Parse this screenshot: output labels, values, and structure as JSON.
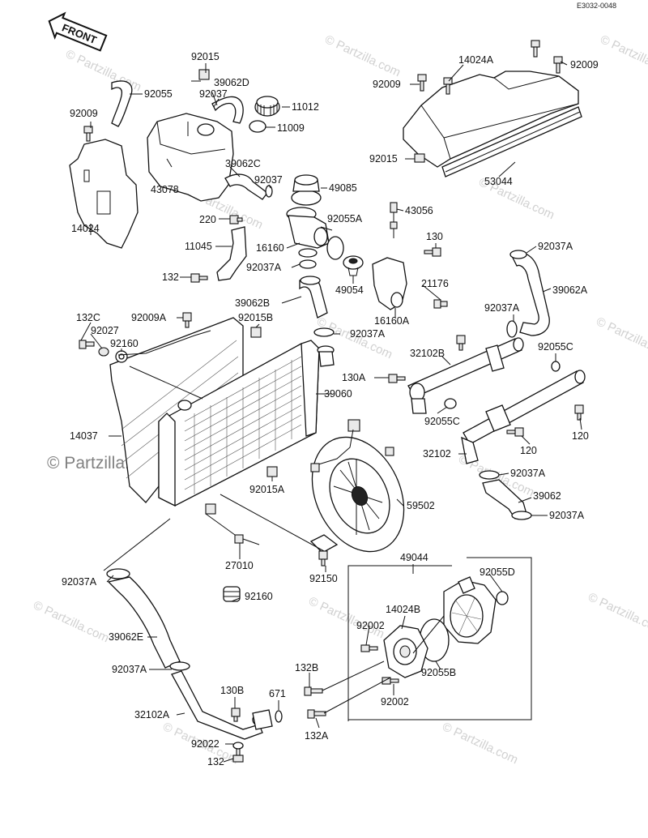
{
  "diagram": {
    "code": "E3032-0048",
    "front_label": "FRONT",
    "watermark_main": "© Partzilla.com",
    "watermark_small": "© Partzilla.com"
  },
  "labels": {
    "p92015_top": "92015",
    "p92055_top": "92055",
    "p39062D": "39062D",
    "p92037_top": "92037",
    "p11012": "11012",
    "p11009": "11009",
    "p92009_left": "92009",
    "p43078": "43078",
    "p39062C": "39062C",
    "p92037_mid": "92037",
    "p49085": "49085",
    "p14024": "14024",
    "p220": "220",
    "p92055A": "92055A",
    "p11045": "11045",
    "p16160": "16160",
    "p92037A_a": "92037A",
    "p132_a": "132",
    "p39062B": "39062B",
    "p49054": "49054",
    "p16160A": "16160A",
    "p43056": "43056",
    "p130": "130",
    "p21176": "21176",
    "p14024A": "14024A",
    "p92009_r1": "92009",
    "p92009_r2": "92009",
    "p92015_r": "92015",
    "p53044": "53044",
    "p92037A_b": "92037A",
    "p39062A": "39062A",
    "p92037A_c": "92037A",
    "p132C": "132C",
    "p92009A": "92009A",
    "p92015B": "92015B",
    "p92027": "92027",
    "p92160_a": "92160",
    "p92037A_d": "92037A",
    "p32102B": "32102B",
    "p92055C_a": "92055C",
    "p39060": "39060",
    "p130A": "130A",
    "p92055C_b": "92055C",
    "p120_a": "120",
    "p14037": "14037",
    "p32102": "32102",
    "p120_b": "120",
    "p92015A": "92015A",
    "p92037A_e": "92037A",
    "p39062": "39062",
    "p59502": "59502",
    "p92037A_f": "92037A",
    "p27010": "27010",
    "p92150": "92150",
    "p92037A_g": "92037A",
    "p92160_b": "92160",
    "p49044": "49044",
    "p92055D": "92055D",
    "p14024B": "14024B",
    "p39062E": "39062E",
    "p92002_a": "92002",
    "p92037A_h": "92037A",
    "p92055B": "92055B",
    "p132B": "132B",
    "p130B": "130B",
    "p671": "671",
    "p92002_b": "92002",
    "p32102A": "32102A",
    "p132A": "132A",
    "p92022": "92022",
    "p132_b": "132"
  }
}
